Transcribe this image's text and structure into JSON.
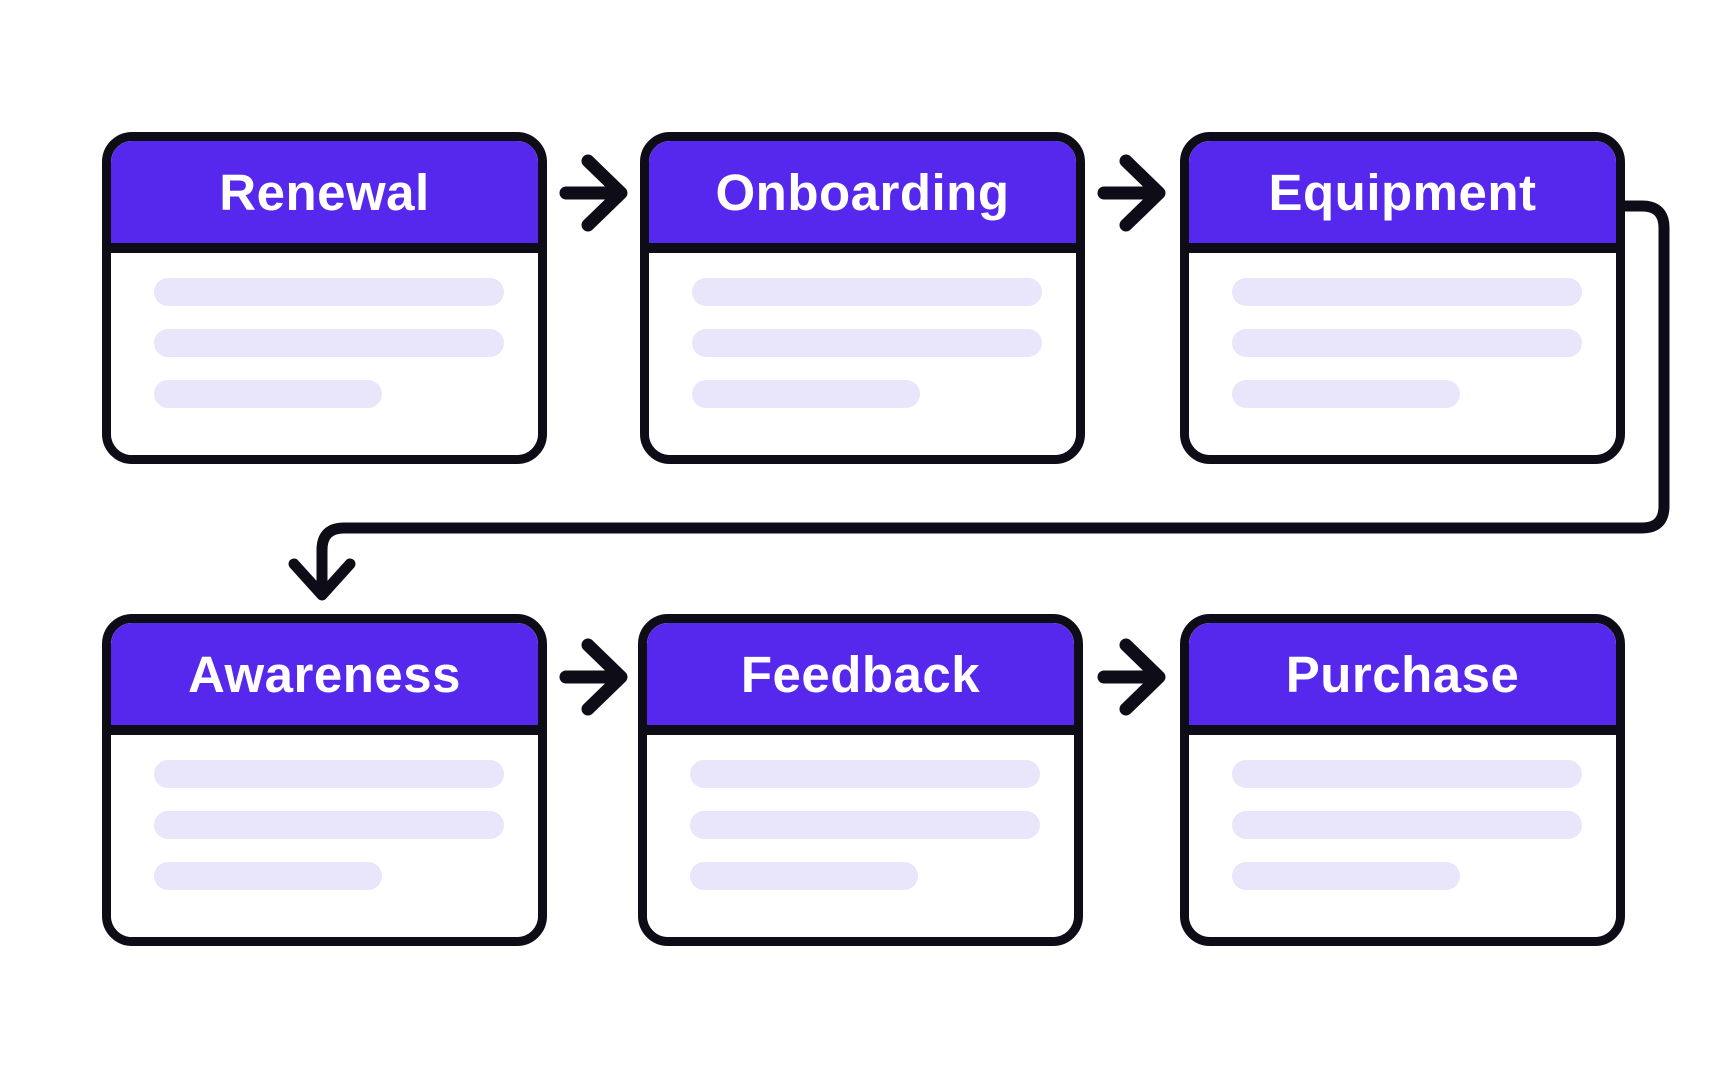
{
  "diagram": {
    "type": "flowchart",
    "cards": [
      {
        "label": "Renewal",
        "lines": [
          "long",
          "long",
          "short"
        ]
      },
      {
        "label": "Onboarding",
        "lines": [
          "long",
          "long",
          "short"
        ]
      },
      {
        "label": "Equipment",
        "lines": [
          "long",
          "long",
          "short"
        ]
      },
      {
        "label": "Awareness",
        "lines": [
          "long",
          "long",
          "short"
        ]
      },
      {
        "label": "Feedback",
        "lines": [
          "long",
          "long",
          "short"
        ]
      },
      {
        "label": "Purchase",
        "lines": [
          "long",
          "long",
          "short"
        ]
      }
    ],
    "connections": [
      {
        "from": "Renewal",
        "to": "Onboarding",
        "style": "arrow-right"
      },
      {
        "from": "Onboarding",
        "to": "Equipment",
        "style": "arrow-right"
      },
      {
        "from": "Equipment",
        "to": "Awareness",
        "style": "elbow-wrap-down"
      },
      {
        "from": "Awareness",
        "to": "Feedback",
        "style": "arrow-right"
      },
      {
        "from": "Feedback",
        "to": "Purchase",
        "style": "arrow-right"
      }
    ],
    "colors": {
      "header_fill": "#5628EE",
      "outline": "#0E0D17",
      "placeholder_fill": "#E9E5FA",
      "title_color": "#FFFFFF",
      "canvas_background": "#FFFFFF"
    }
  }
}
